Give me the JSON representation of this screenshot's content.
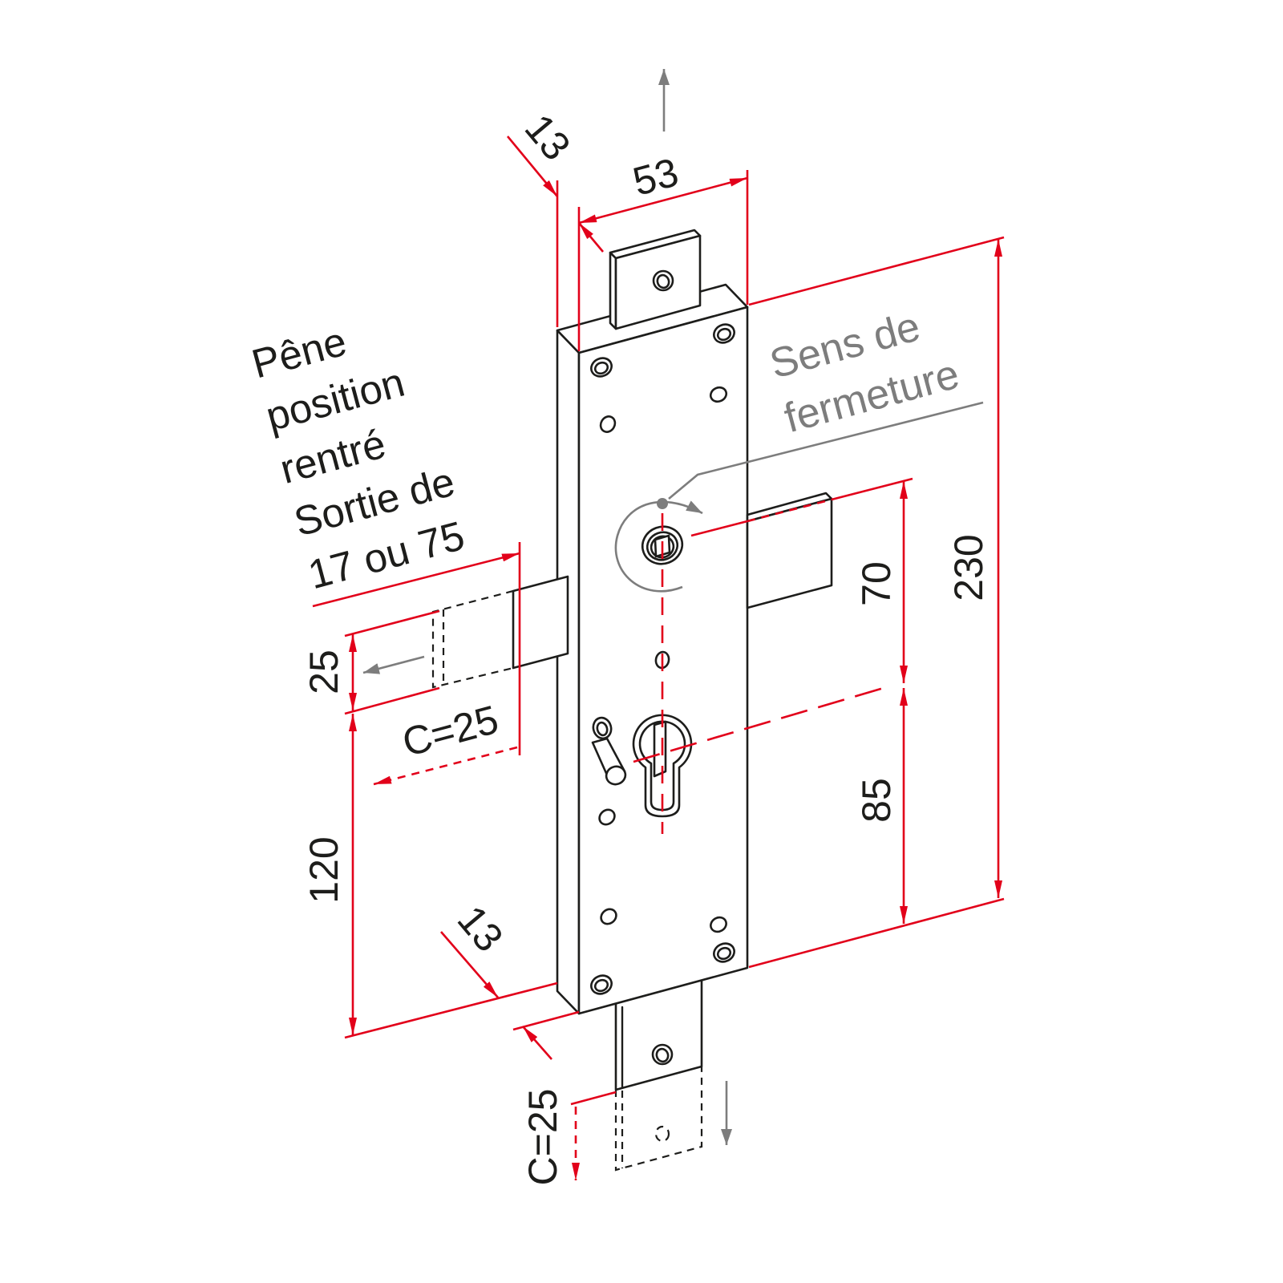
{
  "dimensions": {
    "top_depth": "13",
    "width": "53",
    "total_height": "230",
    "spindle_to_cylinder": "70",
    "cylinder_to_bottom": "85",
    "bolt_height": "25",
    "bolt_to_bottom": "120",
    "bolt_travel": "C=25",
    "bottom_depth": "13",
    "rod_travel": "C=25"
  },
  "bolt_note": [
    "Pêne",
    "position",
    "rentré",
    "Sortie de",
    "17 ou 75"
  ],
  "direction_note": [
    "Sens de",
    "fermeture"
  ],
  "colors": {
    "dimension": "#e2001a",
    "outline": "#1d1d1b",
    "annotation": "#7d7d7d"
  }
}
